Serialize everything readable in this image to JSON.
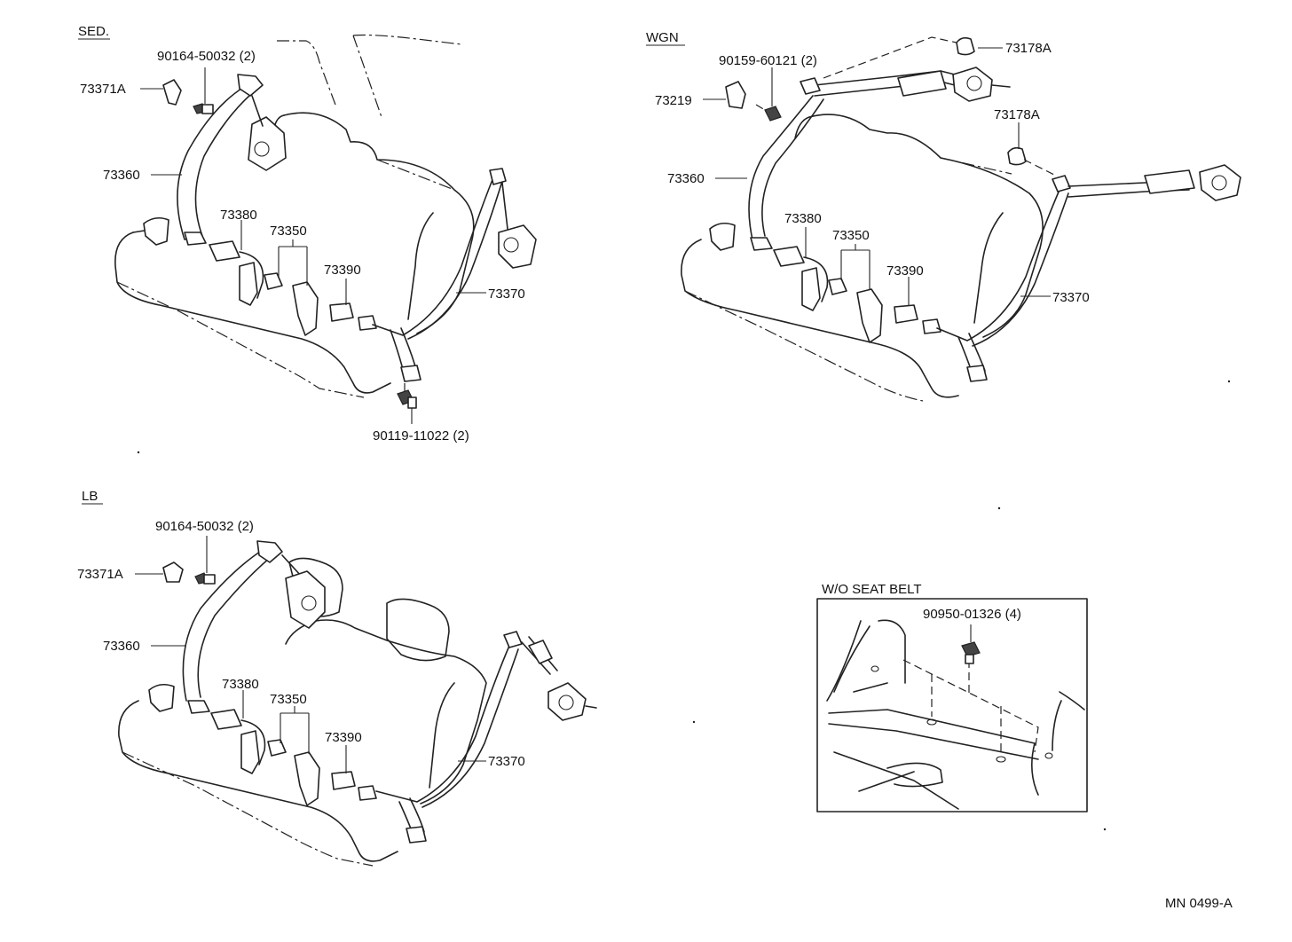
{
  "sections": {
    "sed": {
      "title": "SED."
    },
    "wgn": {
      "title": "WGN"
    },
    "lb": {
      "title": "LB"
    },
    "wo": {
      "title": "W/O SEAT BELT"
    }
  },
  "labels": {
    "sed_90164": "90164-50032 (2)",
    "sed_73371A": "73371A",
    "sed_73360": "73360",
    "sed_73380": "73380",
    "sed_73350": "73350",
    "sed_73390": "73390",
    "sed_73370": "73370",
    "sed_90119": "90119-11022 (2)",
    "wgn_90159": "90159-60121 (2)",
    "wgn_73178A_top": "73178A",
    "wgn_73219": "73219",
    "wgn_73178A_mid": "73178A",
    "wgn_73360": "73360",
    "wgn_73380": "73380",
    "wgn_73350": "73350",
    "wgn_73390": "73390",
    "wgn_73370": "73370",
    "lb_90164": "90164-50032 (2)",
    "lb_73371A": "73371A",
    "lb_73360": "73360",
    "lb_73380": "73380",
    "lb_73350": "73350",
    "lb_73390": "73390",
    "lb_73370": "73370",
    "wo_90950": "90950-01326 (4)"
  },
  "footer": {
    "code": "MN 0499-A"
  }
}
